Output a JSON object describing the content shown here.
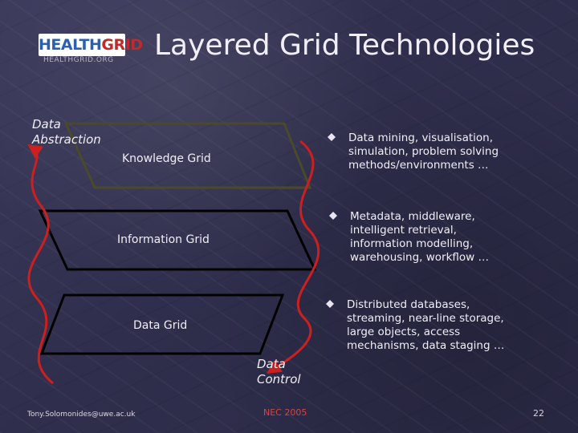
{
  "slide": {
    "logo": {
      "text_part1": "HEALTH",
      "text_part2": "GRID",
      "subtitle": "HEALTHGRID.ORG",
      "color_part1": "#2a5fb4",
      "color_part2": "#c12a2a"
    },
    "title": "Layered Grid Technologies",
    "data_abstraction_line1": "Data",
    "data_abstraction_line2": "Abstraction",
    "data_control_line1": "Data",
    "data_control_line2": "Control",
    "layers": [
      {
        "label": "Knowledge Grid"
      },
      {
        "label": "Information Grid"
      },
      {
        "label": "Data Grid"
      }
    ],
    "bullets": [
      {
        "icon": "diamond-bullet-icon",
        "lines": [
          "Data mining, visualisation,",
          "simulation, problem solving",
          "methods/environments …"
        ]
      },
      {
        "icon": "diamond-bullet-icon",
        "lines": [
          "Metadata, middleware,",
          "intelligent retrieval,",
          "information modelling,",
          "warehousing, workflow …"
        ]
      },
      {
        "icon": "diamond-bullet-icon",
        "lines": [
          "Distributed databases,",
          "streaming, near-line storage,",
          "large objects, access",
          "mechanisms, data staging …"
        ]
      }
    ],
    "footer": {
      "email": "Tony.Solomonides@uwe.ac.uk",
      "event": "NEC 2005",
      "page_number": "22"
    },
    "colors": {
      "arrow": "#cc1f1f",
      "layer_fill": "#ffffff",
      "layer_border": "#000000"
    }
  }
}
